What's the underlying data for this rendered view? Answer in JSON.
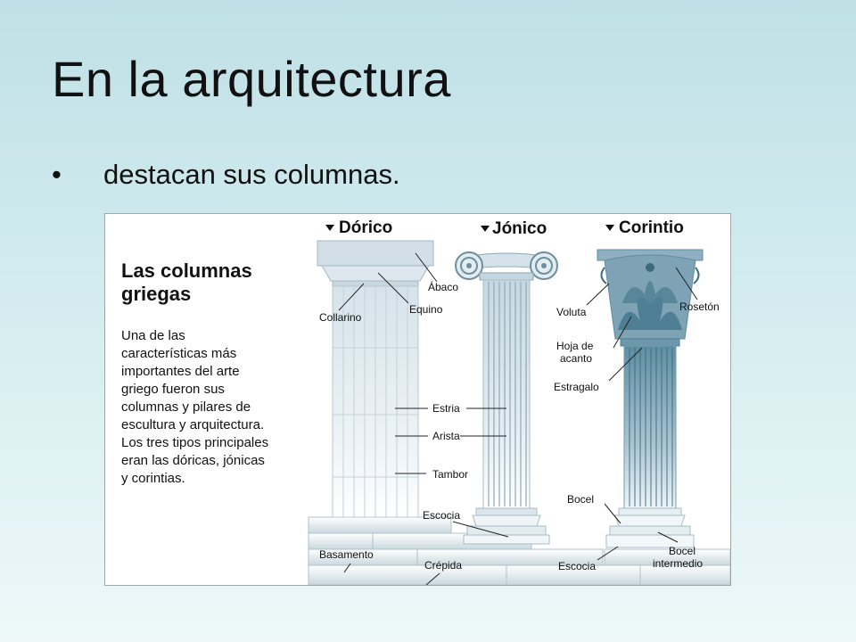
{
  "slide": {
    "title": "En la arquitectura",
    "bullet_marker": "•",
    "bullet": "destacan sus columnas."
  },
  "diagram": {
    "intro_title_line1": "Las columnas",
    "intro_title_line2": "griegas",
    "intro_text": [
      "Una de las",
      "características más",
      "importantes del arte",
      "griego fueron sus",
      "columnas y pilares de",
      "escultura y arquitectura.",
      "Los tres tipos principales",
      "eran las dóricas, jónicas",
      "y corintias."
    ],
    "orders": {
      "doric": "Dórico",
      "ionic": "Jónico",
      "corinthian": "Corintio"
    },
    "labels": {
      "abaco": "Ábaco",
      "equino": "Equino",
      "collarino": "Collarino",
      "estria": "Estria",
      "arista": "Arista",
      "tambor": "Tambor",
      "escocia_ionic": "Escocia",
      "basamento": "Basamento",
      "crepida": "Crépida",
      "voluta": "Voluta",
      "roseton": "Rosetón",
      "hoja_line1": "Hoja de",
      "hoja_line2": "acanto",
      "estragalo": "Estragalo",
      "bocel": "Bocel",
      "bocel_int_line1": "Bocel",
      "bocel_int_line2": "intermedio",
      "escocia_corinth": "Escocia"
    },
    "colors": {
      "column_light": "#e4eef3",
      "column_mid": "#b9ccd6",
      "column_dark": "#5f8ea3",
      "corinthian": "#6f9caf"
    }
  }
}
